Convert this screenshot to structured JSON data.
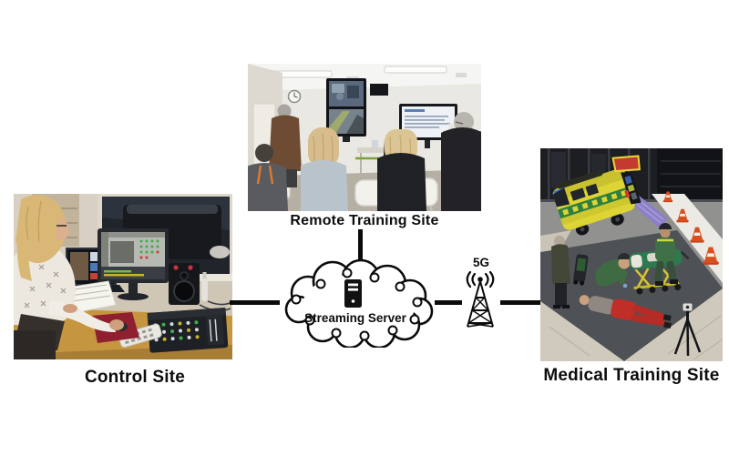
{
  "figure": {
    "background_color": "#ffffff",
    "connector_color": "#0b0b0b",
    "sites": {
      "control": {
        "label": "Control Site"
      },
      "remote": {
        "label": "Remote Training Site"
      },
      "medical": {
        "label": "Medical Training Site"
      }
    },
    "cloud": {
      "label": "Streaming Server"
    },
    "network": {
      "label": "5G"
    },
    "icons": {
      "cloud": "cloud-outline",
      "server": "server-tower-icon",
      "tower": "cell-tower-icon",
      "waves": "radio-waves-icon"
    },
    "colors": {
      "ambulance_yellow": "#ddd435",
      "ambulance_green": "#2f8040",
      "ramp_purple": "#8d7fc7",
      "cone_orange": "#d8501f",
      "patient_red": "#bf2f28",
      "stretcher_green": "#2e7a50",
      "mousepad_red": "#8e2030",
      "desk_wood": "#c6953f"
    }
  }
}
